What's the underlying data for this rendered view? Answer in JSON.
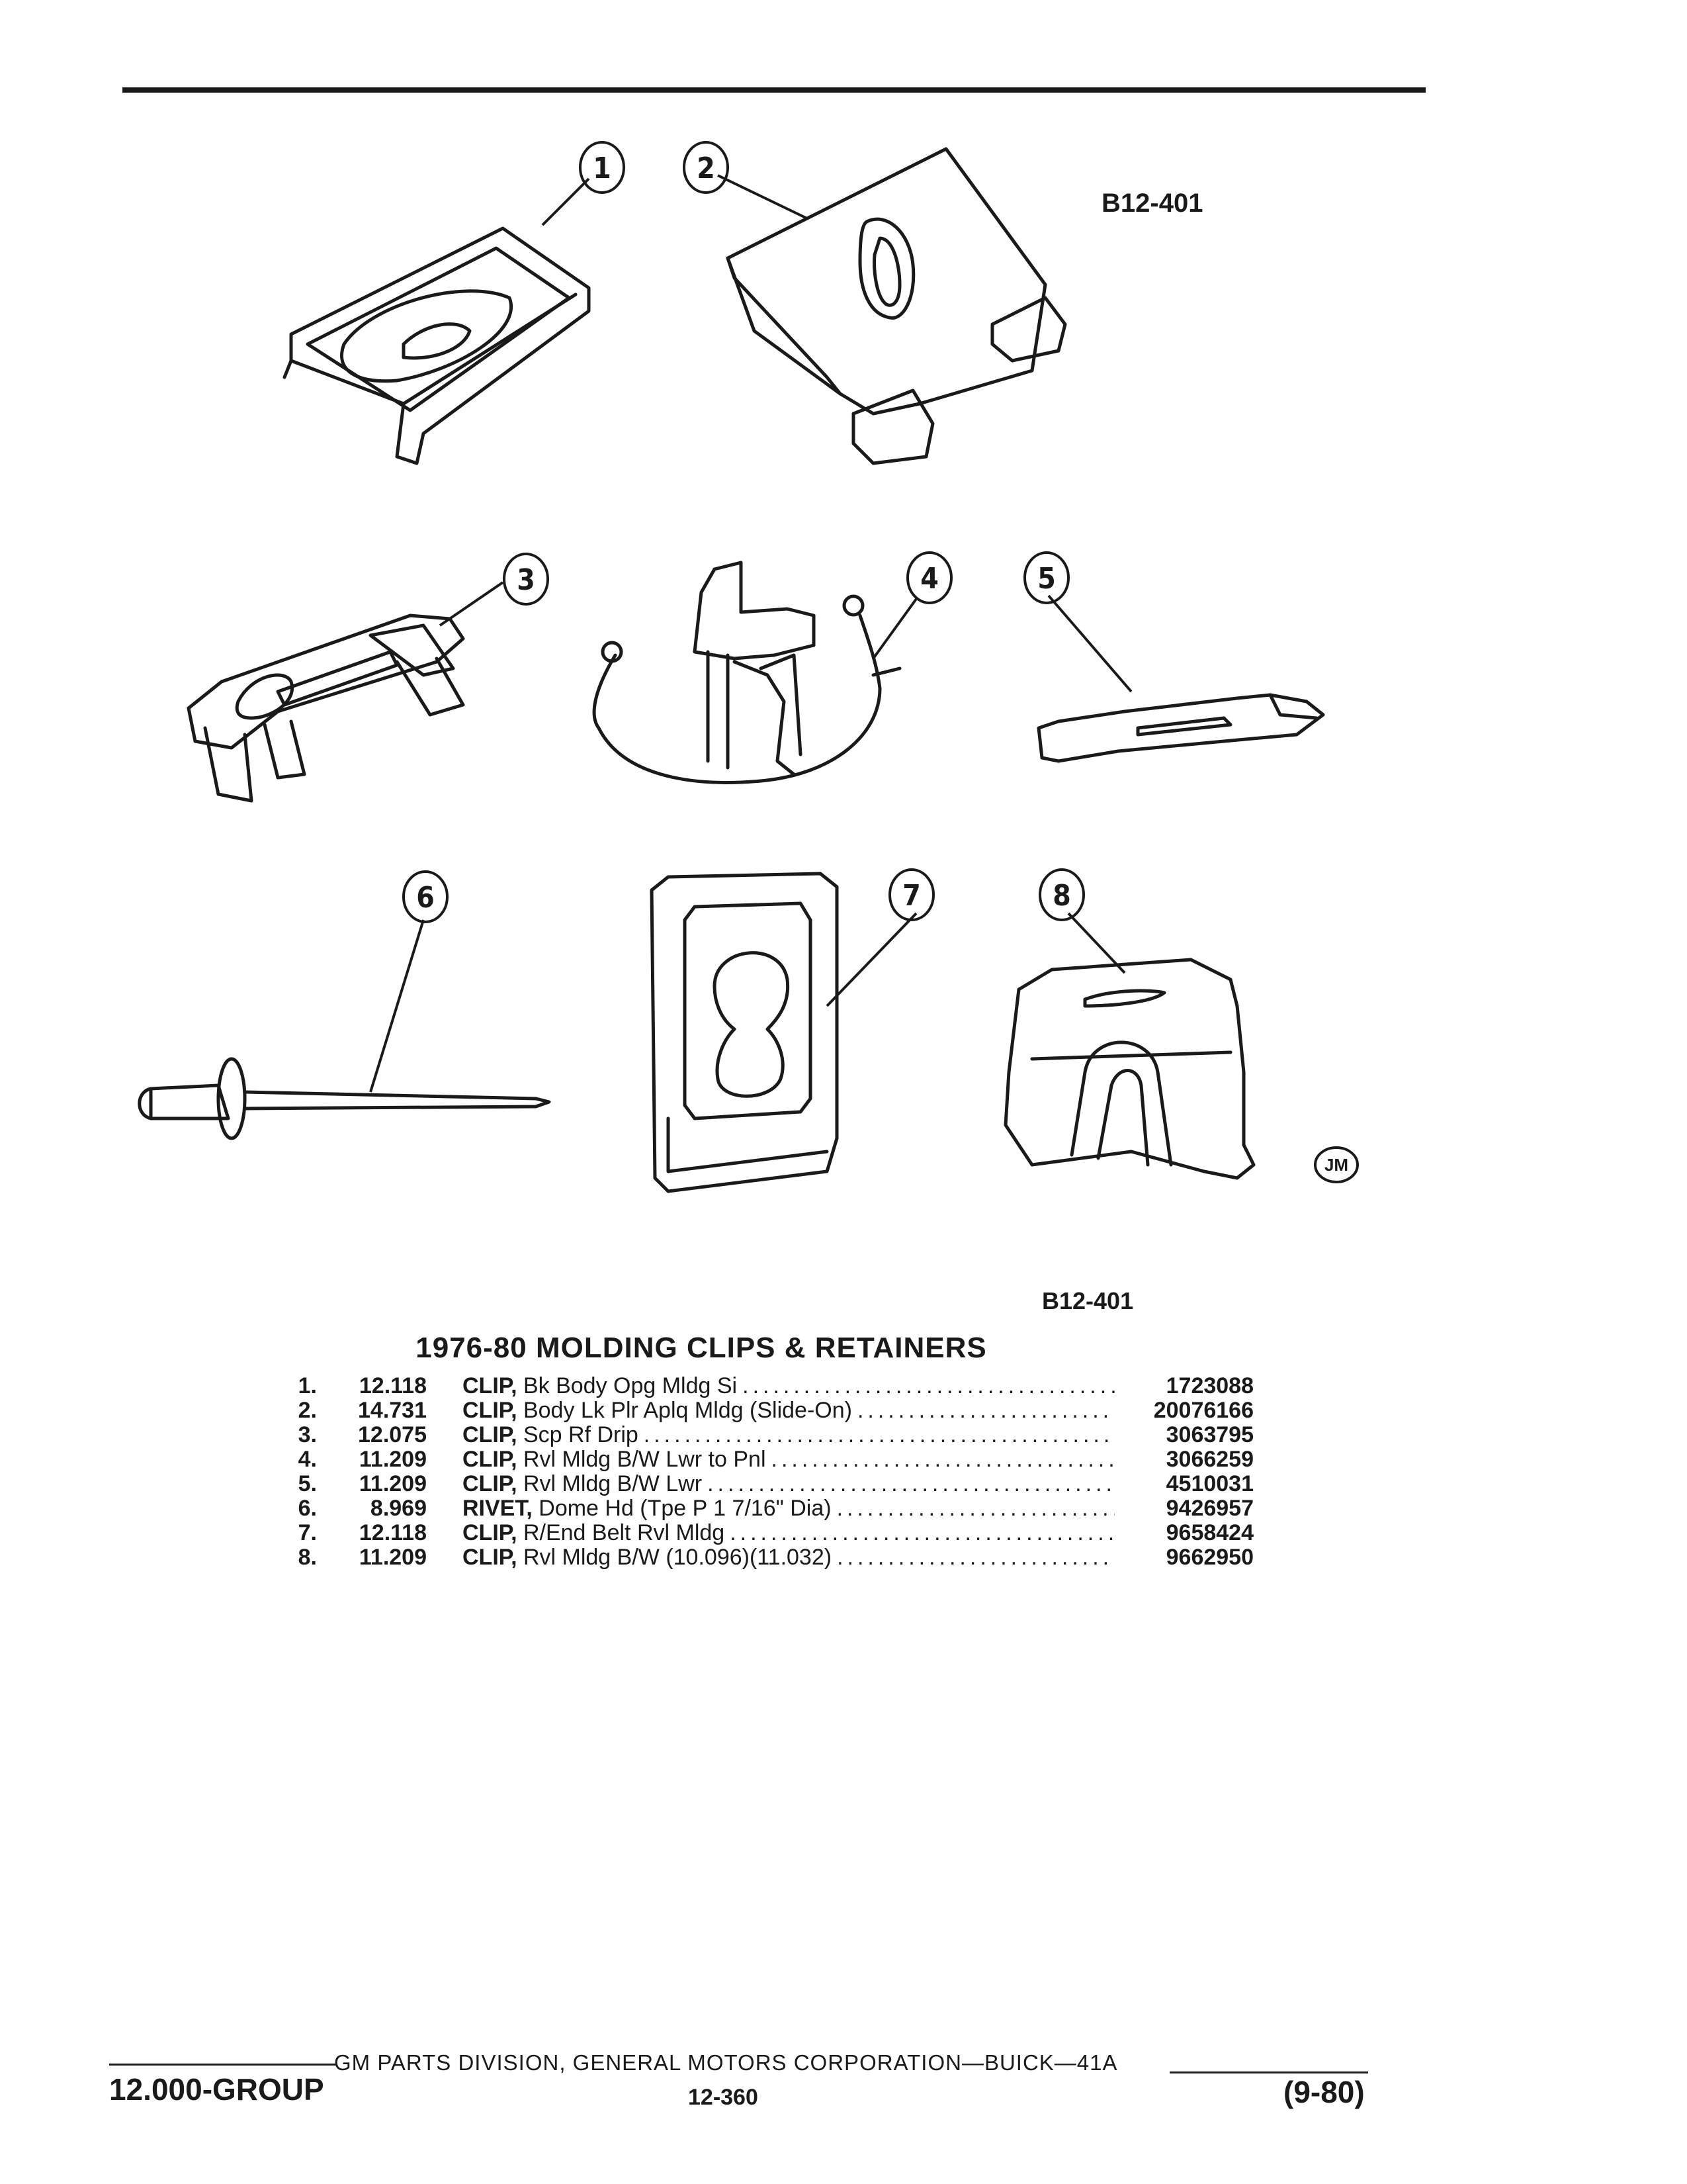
{
  "figure": {
    "top_label": "B12-401",
    "bottom_label": "B12-401",
    "artist_mark": "JM",
    "callouts": [
      "1",
      "2",
      "3",
      "4",
      "5",
      "6",
      "7",
      "8"
    ]
  },
  "section": {
    "title": "1976-80 MOLDING CLIPS & RETAINERS"
  },
  "parts": [
    {
      "no": "1.",
      "group": "12.118",
      "name": "CLIP,",
      "desc": " Bk Body Opg Mldg Si",
      "part_number": "1723088"
    },
    {
      "no": "2.",
      "group": "14.731",
      "name": "CLIP,",
      "desc": " Body Lk Plr Aplq Mldg (Slide-On)",
      "part_number": "20076166"
    },
    {
      "no": "3.",
      "group": "12.075",
      "name": "CLIP,",
      "desc": " Scp Rf Drip",
      "part_number": "3063795"
    },
    {
      "no": "4.",
      "group": "11.209",
      "name": "CLIP,",
      "desc": " Rvl Mldg B/W Lwr to Pnl",
      "part_number": "3066259"
    },
    {
      "no": "5.",
      "group": "11.209",
      "name": "CLIP,",
      "desc": " Rvl Mldg B/W Lwr",
      "part_number": "4510031"
    },
    {
      "no": "6.",
      "group": "8.969",
      "name": "RIVET,",
      "desc": " Dome Hd (Tpe P 1 7/16\" Dia)",
      "part_number": "9426957"
    },
    {
      "no": "7.",
      "group": "12.118",
      "name": "CLIP,",
      "desc": " R/End Belt Rvl Mldg",
      "part_number": "9658424"
    },
    {
      "no": "8.",
      "group": "11.209",
      "name": "CLIP,",
      "desc": " Rvl Mldg B/W (10.096)(11.032)",
      "part_number": "9662950"
    }
  ],
  "dot_leader": "..............................................................",
  "footer": {
    "center_text": "GM PARTS DIVISION, GENERAL MOTORS CORPORATION—BUICK—41A",
    "group": "12.000-GROUP",
    "page": "12-360",
    "date": "(9-80)"
  }
}
